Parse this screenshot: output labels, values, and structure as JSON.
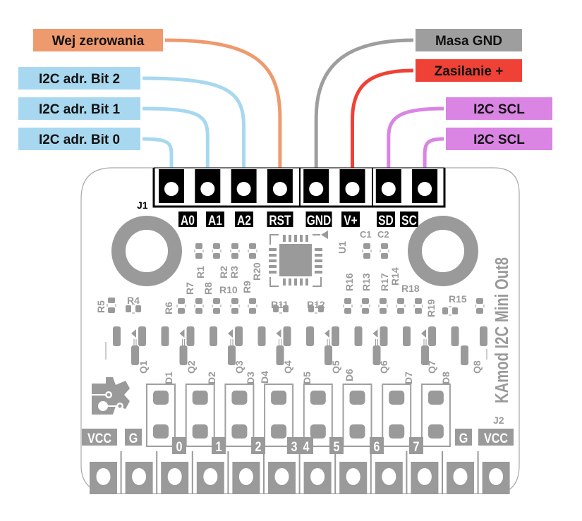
{
  "board": {
    "title": "KAmod I2C Mini Out8",
    "connector_top": "J1",
    "connector_bottom": "J2",
    "chip": "U1"
  },
  "callouts": [
    {
      "id": "reset",
      "text": "Wej zerowania",
      "color": "#ef9a6e",
      "side": "left",
      "pin": 3
    },
    {
      "id": "a2",
      "text": "I2C adr. Bit 2",
      "color": "#a8d8f0",
      "side": "left",
      "pin": 2
    },
    {
      "id": "a1",
      "text": "I2C adr. Bit 1",
      "color": "#a8d8f0",
      "side": "left",
      "pin": 1
    },
    {
      "id": "a0",
      "text": "I2C adr. Bit 0",
      "color": "#a8d8f0",
      "side": "left",
      "pin": 0
    },
    {
      "id": "gnd",
      "text": "Masa GND",
      "color": "#9e9e9e",
      "side": "right",
      "pin": 4
    },
    {
      "id": "vplus",
      "text": "Zasilanie +",
      "color": "#ef4136",
      "side": "right",
      "pin": 5
    },
    {
      "id": "sda",
      "text": "I2C SCL",
      "color": "#da84e4",
      "side": "right",
      "pin": 6
    },
    {
      "id": "scl",
      "text": "I2C SCL",
      "color": "#da84e4",
      "side": "right",
      "pin": 7
    }
  ],
  "j1_pins": [
    "A0",
    "A1",
    "A2",
    "RST",
    "GND",
    "V+",
    "SD",
    "SC"
  ],
  "j2_labels": {
    "left": [
      "VCC",
      "G"
    ],
    "outputs": [
      "0",
      "1",
      "2",
      "3",
      "4",
      "5",
      "6",
      "7"
    ],
    "right": [
      "G",
      "VCC"
    ]
  },
  "components": {
    "resistors_top": [
      "R7",
      "R1",
      "R8",
      "R2",
      "R3",
      "R10",
      "R9",
      "R20"
    ],
    "resistors_mid": [
      "R5",
      "R4",
      "R6",
      "R11",
      "R12",
      "R16",
      "R13",
      "R17",
      "R14",
      "R18",
      "R19",
      "R15"
    ],
    "capacitors": [
      "C1",
      "C2"
    ],
    "transistors": [
      "Q1",
      "Q2",
      "Q3",
      "Q4",
      "Q5",
      "Q6",
      "Q7",
      "Q8"
    ],
    "diodes": [
      "D1",
      "D2",
      "D3",
      "D4",
      "D5",
      "D6",
      "D7",
      "D8"
    ]
  },
  "colors": {
    "silkscreen": "#9a9a9a",
    "outline": "#a0a0a0",
    "connector": "#000000"
  }
}
